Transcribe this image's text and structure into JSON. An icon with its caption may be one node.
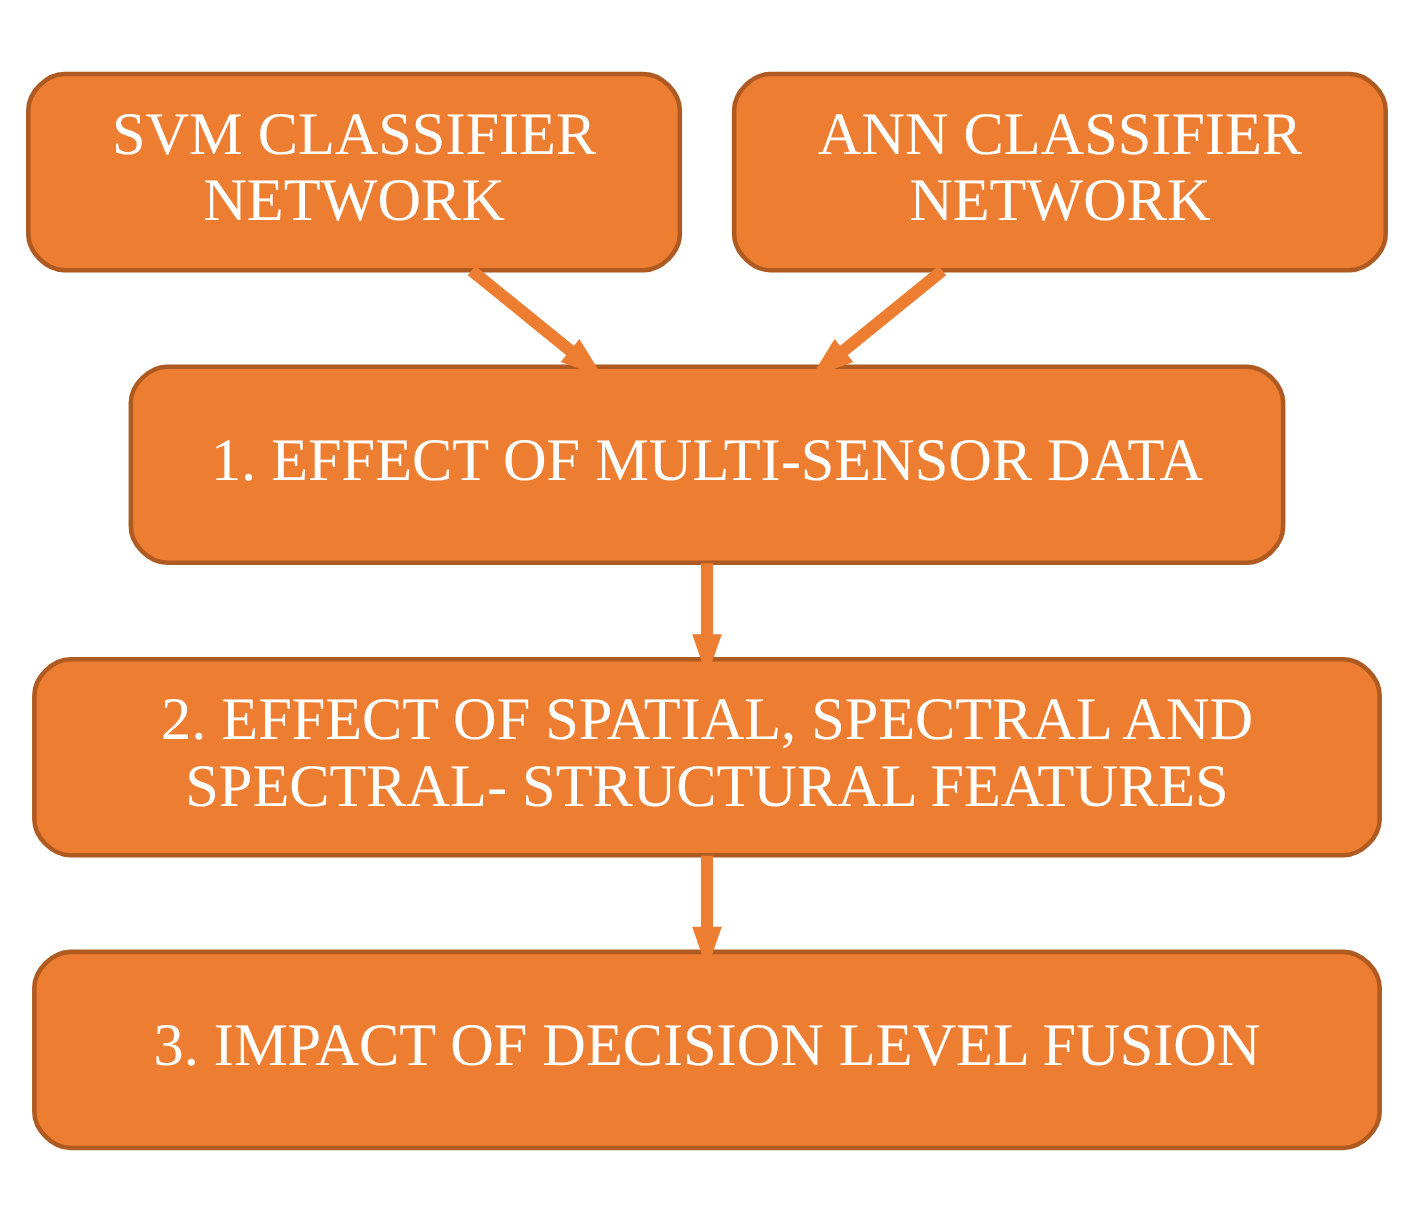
{
  "diagram": {
    "nodes": [
      {
        "text": [
          "SVM CLASSIFIER NETWORK"
        ]
      },
      {
        "text": [
          "ANN CLASSIFIER NETWORK"
        ]
      },
      {
        "text": [
          "1. EFFECT OF MULTI-SENSOR DATA"
        ]
      },
      {
        "text": [
          "2. EFFECT OF SPATIAL, SPECTRAL AND SPECTRAL- STRUCTURAL FEATURES"
        ]
      },
      {
        "text": [
          "3. IMPACT OF DECISION LEVEL FUSION"
        ]
      }
    ],
    "edges": [
      {
        "from": 0,
        "to": 2,
        "arrow": "to"
      },
      {
        "from": 1,
        "to": 2,
        "arrow": "to"
      },
      {
        "from": 2,
        "to": 3,
        "arrow": "to"
      },
      {
        "from": 3,
        "to": 4,
        "arrow": "to"
      }
    ]
  }
}
